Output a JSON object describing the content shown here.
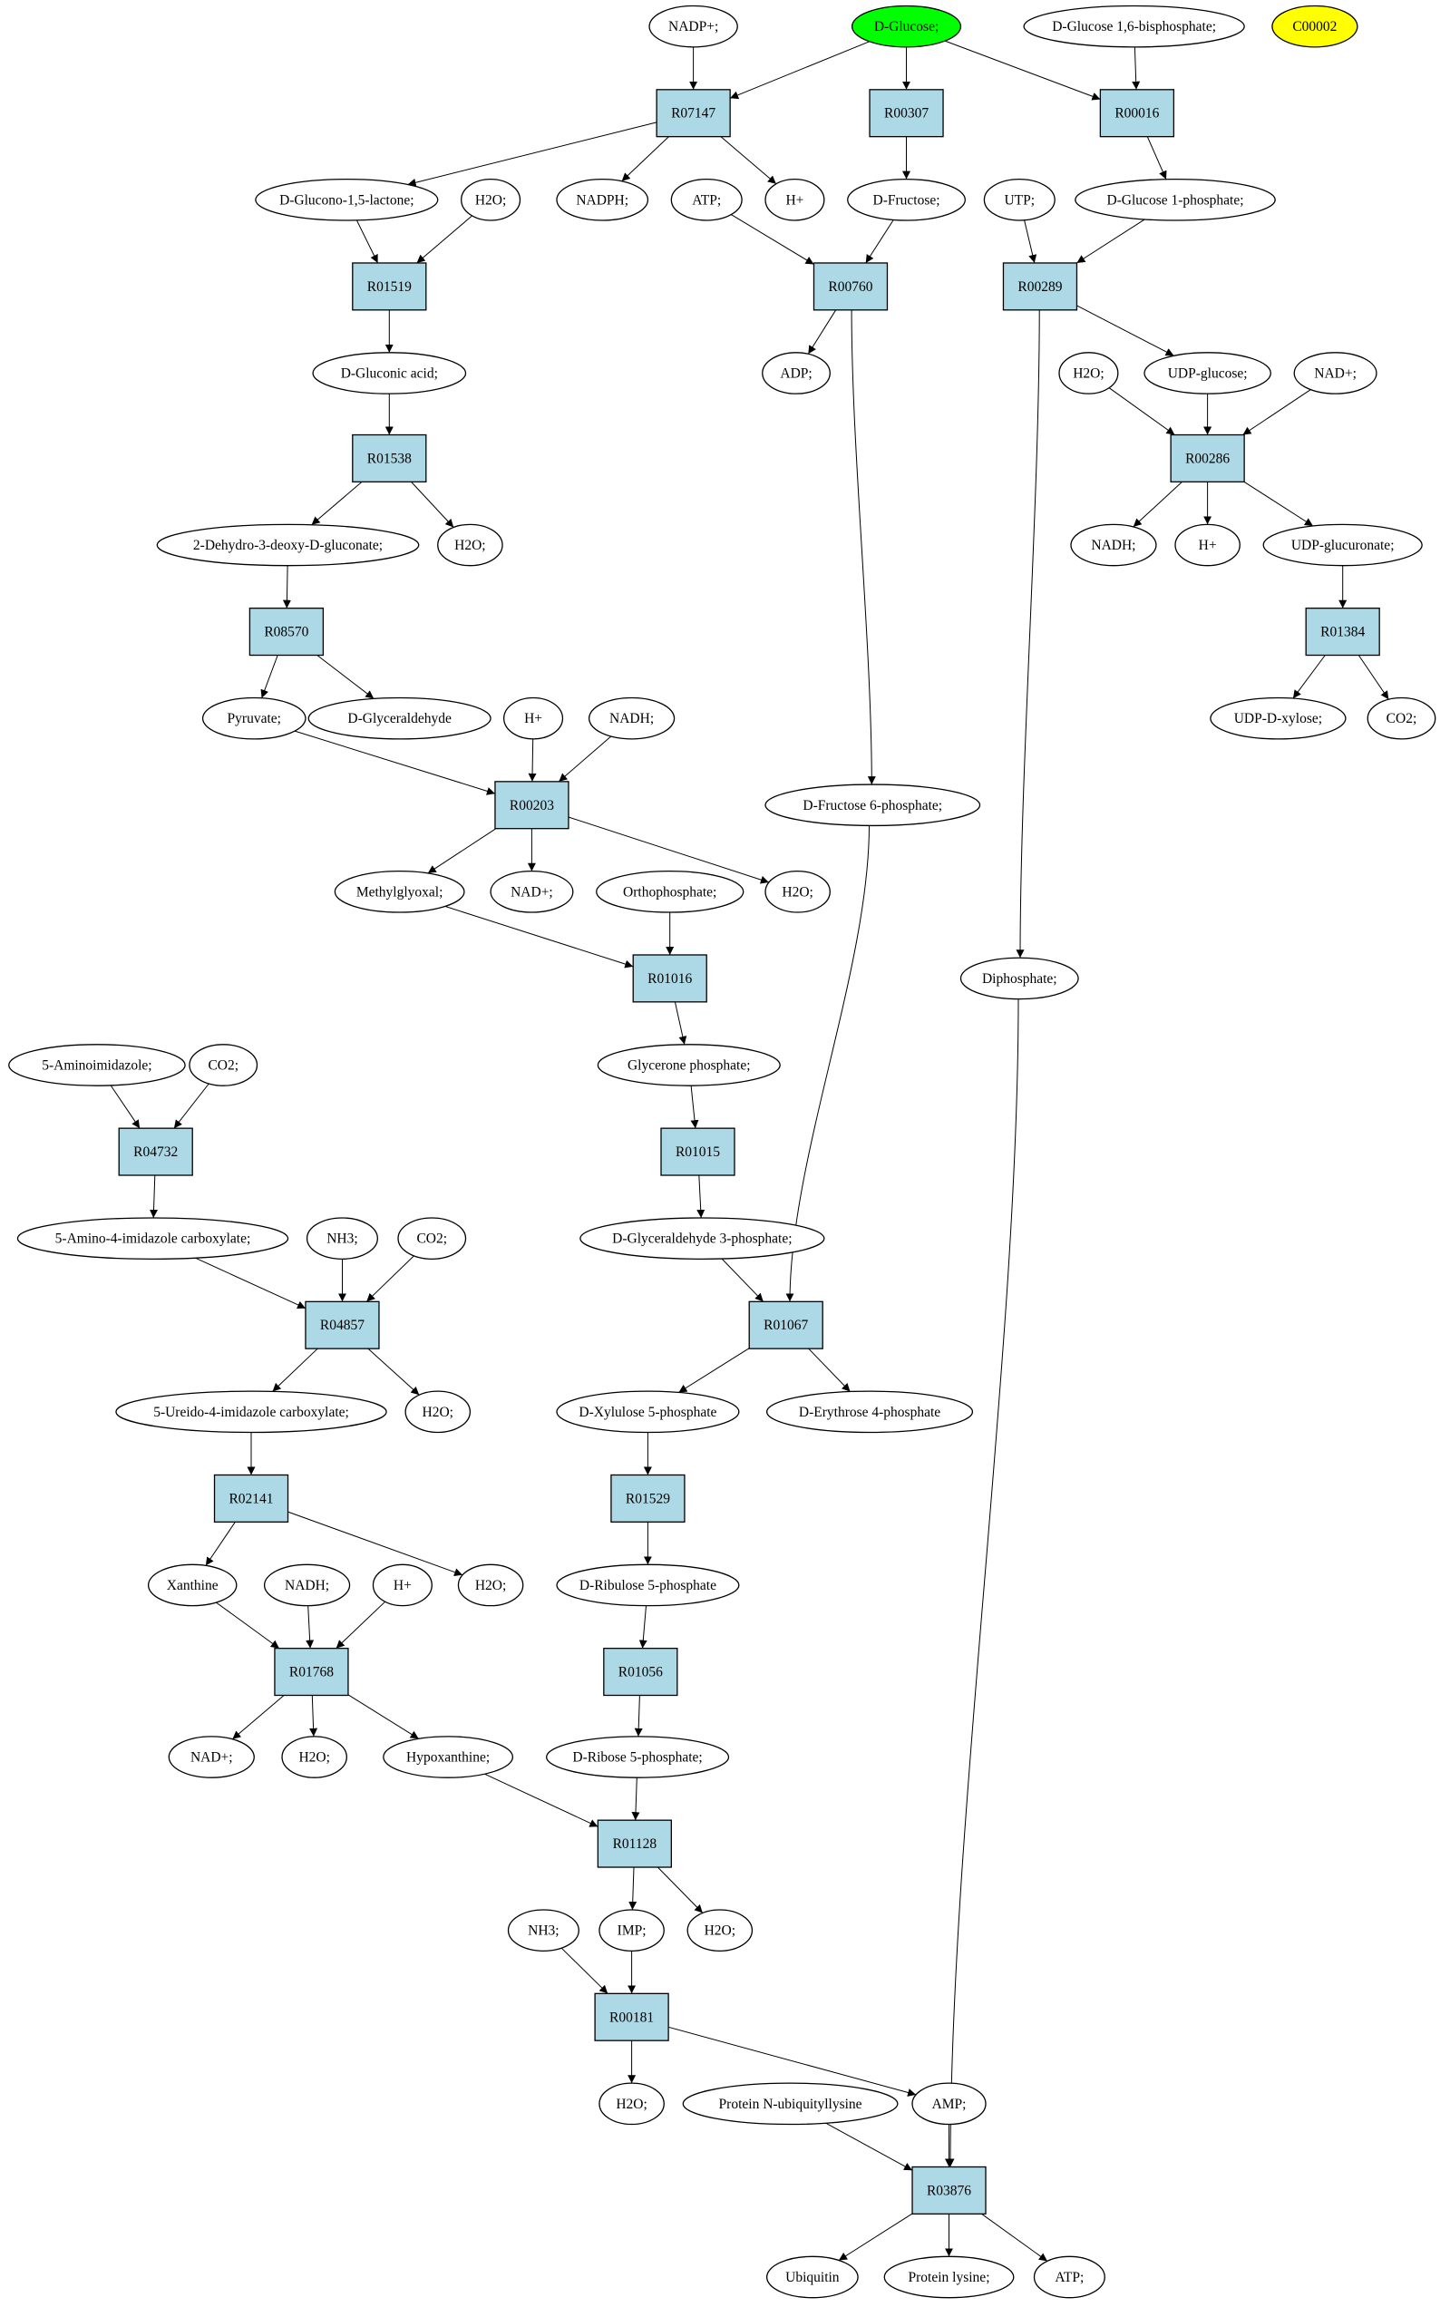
{
  "colors": {
    "metabolite": "#ffffff",
    "reaction": "#add8e6",
    "start": "#00ff00",
    "highlight": "#ffff00",
    "stroke": "#000000"
  },
  "metabolites": {
    "glc": {
      "label": "D-Glucose;",
      "color": "#00ff00"
    },
    "c2": {
      "label": "C00002",
      "color": "#ffff00"
    },
    "nadp": {
      "label": "NADP+;"
    },
    "g16bp": {
      "label": "D-Glucose 1,6-bisphosphate;"
    },
    "gdl": {
      "label": "D-Glucono-1,5-lactone;"
    },
    "h2o1": {
      "label": "H2O;"
    },
    "nadph": {
      "label": "NADPH;"
    },
    "atp1": {
      "label": "ATP;"
    },
    "h1": {
      "label": "H+"
    },
    "fru": {
      "label": "D-Fructose;"
    },
    "utp": {
      "label": "UTP;"
    },
    "g1p": {
      "label": "D-Glucose 1-phosphate;"
    },
    "glcn": {
      "label": "D-Gluconic acid;"
    },
    "adp": {
      "label": "ADP;"
    },
    "h2o2": {
      "label": "H2O;"
    },
    "udpg": {
      "label": "UDP-glucose;"
    },
    "nad1": {
      "label": "NAD+;"
    },
    "kdg": {
      "label": "2-Dehydro-3-deoxy-D-gluconate;"
    },
    "h2o3": {
      "label": "H2O;"
    },
    "nadh1": {
      "label": "NADH;"
    },
    "h2": {
      "label": "H+"
    },
    "udpgla": {
      "label": "UDP-glucuronate;"
    },
    "pyr": {
      "label": "Pyruvate;"
    },
    "gap": {
      "label": "D-Glyceraldehyde"
    },
    "h3": {
      "label": "H+"
    },
    "nadh2": {
      "label": "NADH;"
    },
    "udpxyl": {
      "label": "UDP-D-xylose;"
    },
    "co2a": {
      "label": "CO2;"
    },
    "f6p": {
      "label": "D-Fructose 6-phosphate;"
    },
    "mgo": {
      "label": "Methylglyoxal;"
    },
    "nad2": {
      "label": "NAD+;"
    },
    "pi": {
      "label": "Orthophosphate;"
    },
    "h2o4": {
      "label": "H2O;"
    },
    "ppi": {
      "label": "Diphosphate;"
    },
    "dhap": {
      "label": "Glycerone phosphate;"
    },
    "aim": {
      "label": "5-Aminoimidazole;"
    },
    "co2b": {
      "label": "CO2;"
    },
    "aic": {
      "label": "5-Amino-4-imidazole carboxylate;"
    },
    "nh3a": {
      "label": "NH3;"
    },
    "co2c": {
      "label": "CO2;"
    },
    "g3p": {
      "label": "D-Glyceraldehyde 3-phosphate;"
    },
    "uic": {
      "label": "5-Ureido-4-imidazole carboxylate;"
    },
    "h2o5": {
      "label": "H2O;"
    },
    "xu5p": {
      "label": "D-Xylulose 5-phosphate"
    },
    "e4p": {
      "label": "D-Erythrose 4-phosphate"
    },
    "xan": {
      "label": "Xanthine"
    },
    "nadh3": {
      "label": "NADH;"
    },
    "h4": {
      "label": "H+"
    },
    "h2o6": {
      "label": "H2O;"
    },
    "ru5p": {
      "label": "D-Ribulose 5-phosphate"
    },
    "nad3": {
      "label": "NAD+;"
    },
    "h2o7": {
      "label": "H2O;"
    },
    "hyp": {
      "label": "Hypoxanthine;"
    },
    "r5p": {
      "label": "D-Ribose 5-phosphate;"
    },
    "nh3b": {
      "label": "NH3;"
    },
    "imp": {
      "label": "IMP;"
    },
    "h2o8": {
      "label": "H2O;"
    },
    "h2o9": {
      "label": "H2O;"
    },
    "pnub": {
      "label": "Protein N-ubiquityllysine"
    },
    "amp": {
      "label": "AMP;"
    },
    "ubq": {
      "label": "Ubiquitin"
    },
    "plys": {
      "label": "Protein lysine;"
    },
    "atp2": {
      "label": "ATP;"
    }
  },
  "reactions": {
    "R07147": {
      "label": "R07147"
    },
    "R00307": {
      "label": "R00307"
    },
    "R00016": {
      "label": "R00016"
    },
    "R01519": {
      "label": "R01519"
    },
    "R00760": {
      "label": "R00760"
    },
    "R00289": {
      "label": "R00289"
    },
    "R01538": {
      "label": "R01538"
    },
    "R00286": {
      "label": "R00286"
    },
    "R08570": {
      "label": "R08570"
    },
    "R01384": {
      "label": "R01384"
    },
    "R00203": {
      "label": "R00203"
    },
    "R01016": {
      "label": "R01016"
    },
    "R04732": {
      "label": "R04732"
    },
    "R01015": {
      "label": "R01015"
    },
    "R04857": {
      "label": "R04857"
    },
    "R01067": {
      "label": "R01067"
    },
    "R02141": {
      "label": "R02141"
    },
    "R01529": {
      "label": "R01529"
    },
    "R01768": {
      "label": "R01768"
    },
    "R01056": {
      "label": "R01056"
    },
    "R01128": {
      "label": "R01128"
    },
    "R00181": {
      "label": "R00181"
    },
    "R03876": {
      "label": "R03876"
    }
  },
  "edges": [
    [
      "nadp",
      "R07147"
    ],
    [
      "glc",
      "R07147"
    ],
    [
      "glc",
      "R00307"
    ],
    [
      "glc",
      "R00016"
    ],
    [
      "g16bp",
      "R00016"
    ],
    [
      "R07147",
      "gdl"
    ],
    [
      "R07147",
      "nadph"
    ],
    [
      "R07147",
      "h1"
    ],
    [
      "R00307",
      "fru"
    ],
    [
      "R00016",
      "g1p"
    ],
    [
      "gdl",
      "R01519"
    ],
    [
      "h2o1",
      "R01519"
    ],
    [
      "atp1",
      "R00760"
    ],
    [
      "fru",
      "R00760"
    ],
    [
      "utp",
      "R00289"
    ],
    [
      "g1p",
      "R00289"
    ],
    [
      "R01519",
      "glcn"
    ],
    [
      "R00760",
      "adp"
    ],
    [
      "R00760",
      "f6p"
    ],
    [
      "R00289",
      "udpg"
    ],
    [
      "R00289",
      "ppi"
    ],
    [
      "glcn",
      "R01538"
    ],
    [
      "h2o2",
      "R00286"
    ],
    [
      "udpg",
      "R00286"
    ],
    [
      "nad1",
      "R00286"
    ],
    [
      "R01538",
      "kdg"
    ],
    [
      "R01538",
      "h2o3"
    ],
    [
      "R00286",
      "nadh1"
    ],
    [
      "R00286",
      "h2"
    ],
    [
      "R00286",
      "udpgla"
    ],
    [
      "kdg",
      "R08570"
    ],
    [
      "udpgla",
      "R01384"
    ],
    [
      "R08570",
      "pyr"
    ],
    [
      "R08570",
      "gap"
    ],
    [
      "R01384",
      "udpxyl"
    ],
    [
      "R01384",
      "co2a"
    ],
    [
      "pyr",
      "R00203"
    ],
    [
      "h3",
      "R00203"
    ],
    [
      "nadh2",
      "R00203"
    ],
    [
      "R00203",
      "mgo"
    ],
    [
      "R00203",
      "nad2"
    ],
    [
      "R00203",
      "h2o4"
    ],
    [
      "mgo",
      "R01016"
    ],
    [
      "pi",
      "R01016"
    ],
    [
      "R01016",
      "dhap"
    ],
    [
      "dhap",
      "R01015"
    ],
    [
      "R01015",
      "g3p"
    ],
    [
      "aim",
      "R04732"
    ],
    [
      "co2b",
      "R04732"
    ],
    [
      "R04732",
      "aic"
    ],
    [
      "aic",
      "R04857"
    ],
    [
      "nh3a",
      "R04857"
    ],
    [
      "co2c",
      "R04857"
    ],
    [
      "R04857",
      "uic"
    ],
    [
      "R04857",
      "h2o5"
    ],
    [
      "g3p",
      "R01067"
    ],
    [
      "f6p",
      "R01067"
    ],
    [
      "R01067",
      "xu5p"
    ],
    [
      "R01067",
      "e4p"
    ],
    [
      "uic",
      "R02141"
    ],
    [
      "R02141",
      "xan"
    ],
    [
      "R02141",
      "h2o6"
    ],
    [
      "xu5p",
      "R01529"
    ],
    [
      "R01529",
      "ru5p"
    ],
    [
      "xan",
      "R01768"
    ],
    [
      "nadh3",
      "R01768"
    ],
    [
      "h4",
      "R01768"
    ],
    [
      "R01768",
      "nad3"
    ],
    [
      "R01768",
      "h2o7"
    ],
    [
      "R01768",
      "hyp"
    ],
    [
      "ru5p",
      "R01056"
    ],
    [
      "R01056",
      "r5p"
    ],
    [
      "hyp",
      "R01128"
    ],
    [
      "r5p",
      "R01128"
    ],
    [
      "R01128",
      "imp"
    ],
    [
      "R01128",
      "h2o8"
    ],
    [
      "nh3b",
      "R00181"
    ],
    [
      "imp",
      "R00181"
    ],
    [
      "R00181",
      "h2o9"
    ],
    [
      "R00181",
      "amp"
    ],
    [
      "pnub",
      "R03876"
    ],
    [
      "amp",
      "R03876"
    ],
    [
      "ppi",
      "R03876"
    ],
    [
      "R03876",
      "ubq"
    ],
    [
      "R03876",
      "plys"
    ],
    [
      "R03876",
      "atp2"
    ]
  ]
}
